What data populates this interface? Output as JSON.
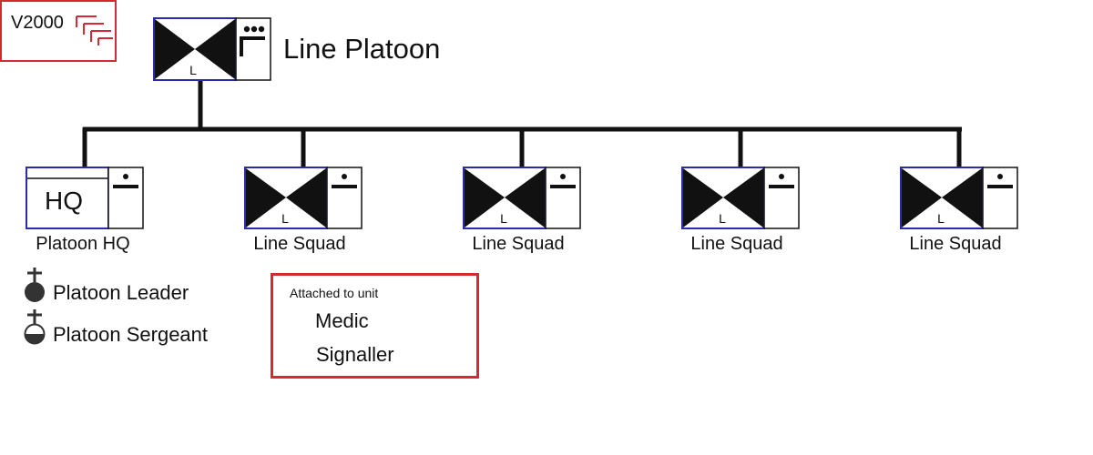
{
  "version_tag": "V2000",
  "title": "Line Platoon",
  "platoon_symbol": {
    "echelon_icon": "platoon-echelon-icon",
    "type_letter": "L"
  },
  "subunits": [
    {
      "label": "Platoon HQ",
      "type_text": "HQ",
      "type_letter": ""
    },
    {
      "label": "Line Squad",
      "type_text": "",
      "type_letter": "L"
    },
    {
      "label": "Line Squad",
      "type_text": "",
      "type_letter": "L"
    },
    {
      "label": "Line Squad",
      "type_text": "",
      "type_letter": "L"
    },
    {
      "label": "Line Squad",
      "type_text": "",
      "type_letter": "L"
    }
  ],
  "legend": [
    {
      "label": "Platoon Leader",
      "icon": "platoon-leader-icon"
    },
    {
      "label": "Platoon Sergeant",
      "icon": "platoon-sergeant-icon"
    }
  ],
  "attachments": {
    "title": "Attached to unit",
    "items": [
      {
        "label": "Medic",
        "icon": "medic-icon"
      },
      {
        "label": "Signaller",
        "icon": "signaller-icon"
      }
    ]
  },
  "colors": {
    "frame_blue": "#2b2bb0",
    "highlight_red": "#d42a31",
    "ink": "#111111"
  }
}
